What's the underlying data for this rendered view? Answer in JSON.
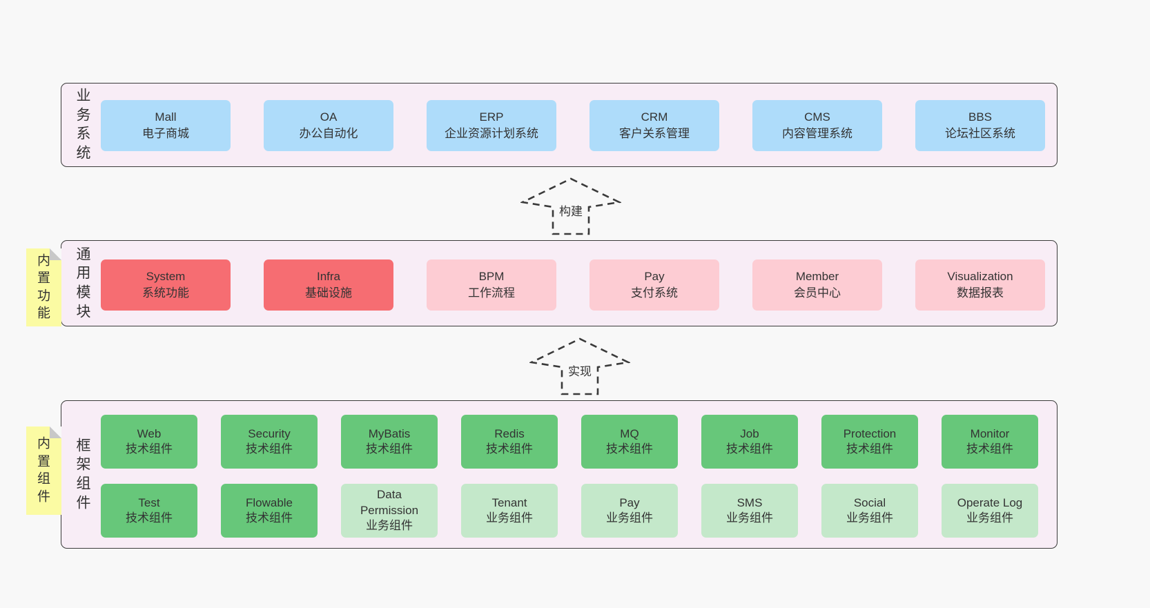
{
  "palette": {
    "page_bg": "#f8f8f8",
    "band_bg": "#f8edf6",
    "band_border": "#3a3a3a",
    "blue_box": "#aedcfa",
    "red_box": "#f66d72",
    "pink_box": "#fdccd3",
    "green_box": "#67c77a",
    "light_green_box": "#c4e8ca",
    "sticky_yellow": "#fbfba3",
    "sticky_fold": "#c8c8c8",
    "text": "#333333"
  },
  "arrows": [
    {
      "label": "构建"
    },
    {
      "label": "实现"
    }
  ],
  "bands": [
    {
      "label": "业务系统",
      "boxes": [
        {
          "en": "Mall",
          "zh": "电子商城"
        },
        {
          "en": "OA",
          "zh": "办公自动化"
        },
        {
          "en": "ERP",
          "zh": "企业资源计划系统"
        },
        {
          "en": "CRM",
          "zh": "客户关系管理"
        },
        {
          "en": "CMS",
          "zh": "内容管理系统"
        },
        {
          "en": "BBS",
          "zh": "论坛社区系统"
        }
      ]
    },
    {
      "label": "通用模块",
      "sticky": "内置功能",
      "boxes": [
        {
          "en": "System",
          "zh": "系统功能"
        },
        {
          "en": "Infra",
          "zh": "基础设施"
        },
        {
          "en": "BPM",
          "zh": "工作流程"
        },
        {
          "en": "Pay",
          "zh": "支付系统"
        },
        {
          "en": "Member",
          "zh": "会员中心"
        },
        {
          "en": "Visualization",
          "zh": "数据报表"
        }
      ]
    },
    {
      "label": "框架组件",
      "sticky": "内置组件",
      "rows": [
        [
          {
            "en": "Web",
            "zh": "技术组件"
          },
          {
            "en": "Security",
            "zh": "技术组件"
          },
          {
            "en": "MyBatis",
            "zh": "技术组件"
          },
          {
            "en": "Redis",
            "zh": "技术组件"
          },
          {
            "en": "MQ",
            "zh": "技术组件"
          },
          {
            "en": "Job",
            "zh": "技术组件"
          },
          {
            "en": "Protection",
            "zh": "技术组件"
          },
          {
            "en": "Monitor",
            "zh": "技术组件"
          }
        ],
        [
          {
            "en": "Test",
            "zh": "技术组件"
          },
          {
            "en": "Flowable",
            "zh": "技术组件"
          },
          {
            "en": "Data Permission",
            "zh": "业务组件"
          },
          {
            "en": "Tenant",
            "zh": "业务组件"
          },
          {
            "en": "Pay",
            "zh": "业务组件"
          },
          {
            "en": "SMS",
            "zh": "业务组件"
          },
          {
            "en": "Social",
            "zh": "业务组件"
          },
          {
            "en": "Operate Log",
            "zh": "业务组件"
          }
        ]
      ]
    }
  ]
}
